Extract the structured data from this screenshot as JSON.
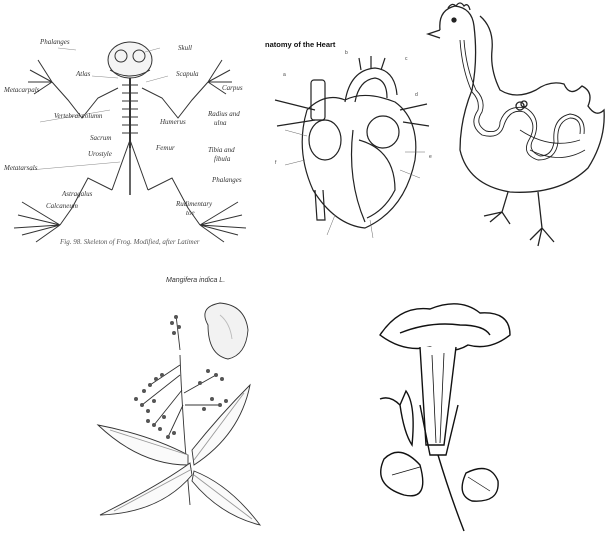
{
  "frog": {
    "labels": {
      "phalanges_top": "Phalanges",
      "skull": "Skull",
      "metacarpals": "Metacarpals",
      "atlas": "Atlas",
      "scapula": "Scapula",
      "carpus": "Carpus",
      "vertebral_column": "Vertebral column",
      "humerus": "Humerus",
      "radius_ulna_1": "Radius and",
      "radius_ulna_2": "ulna",
      "sacrum": "Sacrum",
      "urostyle": "Urostyle",
      "femur": "Femur",
      "tibia_fibula_1": "Tibia and",
      "tibia_fibula_2": "fibula",
      "metatarsals": "Metatarsals",
      "astragalus": "Astragalus",
      "phalanges_bottom": "Phalanges",
      "calcaneum": "Calcaneum",
      "rudimentary_toe_1": "Rudimentary",
      "rudimentary_toe_2": "toe"
    },
    "caption": "Fig. 98.  Skeleton of Frog. Modified, after Latimer"
  },
  "heart": {
    "title": "natomy of the Heart"
  },
  "mango": {
    "title": "Mangifera indica L."
  }
}
